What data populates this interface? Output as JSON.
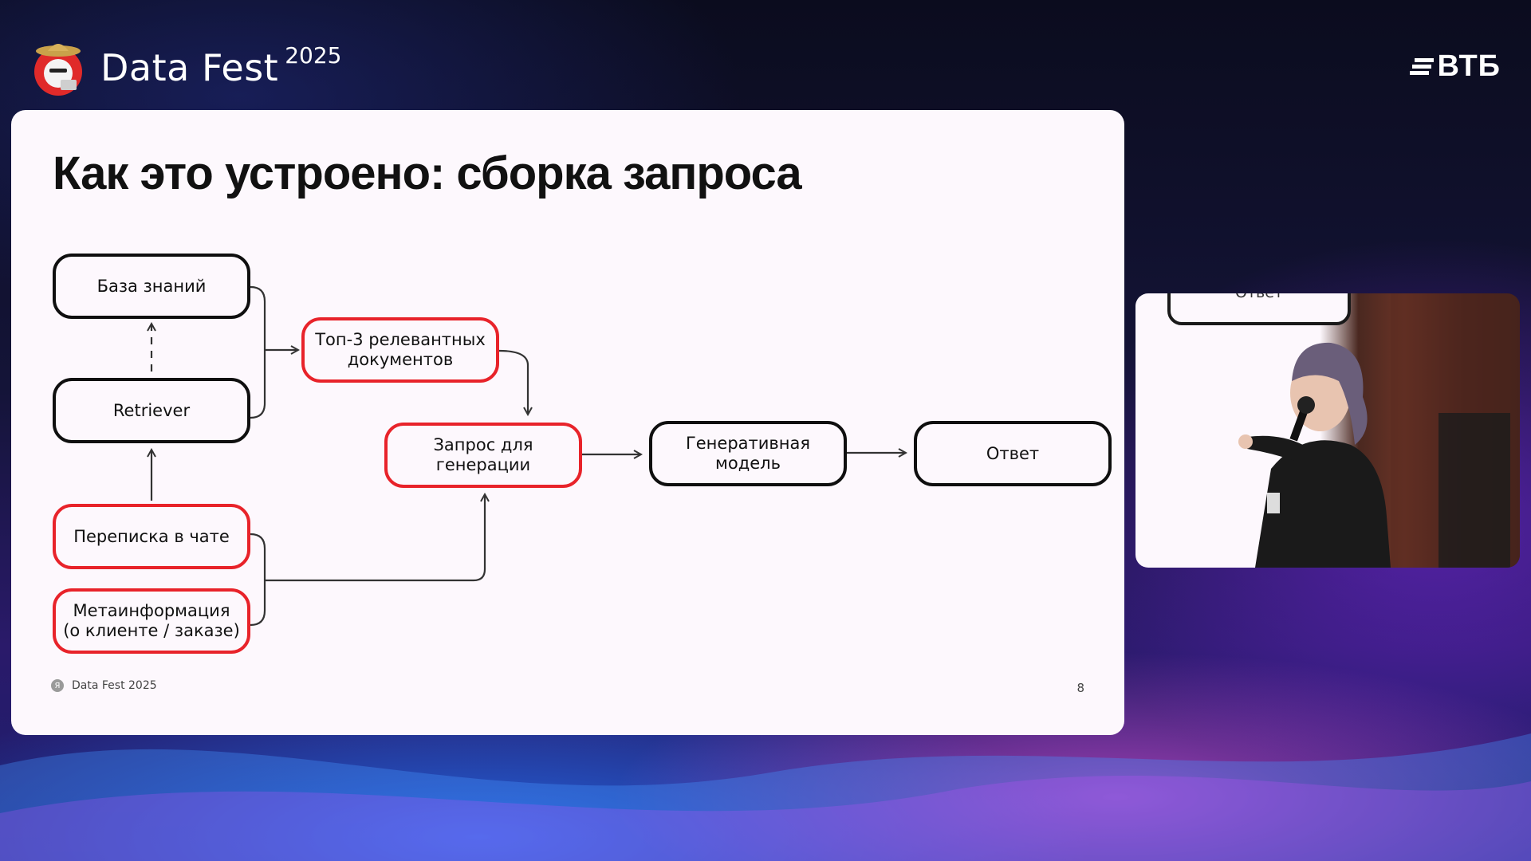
{
  "header": {
    "event_name": "Data Fest",
    "event_year": "2025",
    "sponsor_logo": "ВТБ"
  },
  "slide": {
    "title": "Как это устроено: сборка запроса",
    "nodes": {
      "knowledge_base": "База знаний",
      "retriever": "Retriever",
      "chat_history": "Переписка в чате",
      "meta_line1": "Метаинформация",
      "meta_line2": "(о клиенте / заказе)",
      "top3_line1": "Топ-3 релевантных",
      "top3_line2": "документов",
      "request_line1": "Запрос для",
      "request_line2": "генерации",
      "model_line1": "Генеративная",
      "model_line2": "модель",
      "answer": "Ответ"
    },
    "footer_brand": "Data Fest 2025",
    "page_number": "8"
  },
  "video": {
    "visible_text": "Ответ"
  },
  "colors": {
    "slide_bg": "#fdf8fd",
    "node_black": "#0f0f0f",
    "node_red": "#e8232a"
  },
  "icons": [
    "mascot-logo-icon",
    "vtb-logo-icon",
    "yandex-icon"
  ]
}
